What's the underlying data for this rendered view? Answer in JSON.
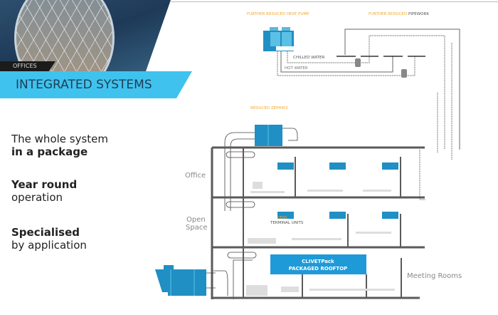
{
  "header": {
    "section": "OFFICES",
    "title": "INTEGRATED SYSTEMS"
  },
  "features": [
    {
      "line1": "The whole system",
      "line2": "in a package"
    },
    {
      "line1": "Year round",
      "line2": "operation"
    },
    {
      "line1": "Specialised",
      "line2": "by application"
    }
  ],
  "diagram": {
    "heat_pump_label": "FURTHER REDUCED HEAT PUMP",
    "pipework_label_a": "FURTHER REDUCED ",
    "pipework_label_b": "PIPEWORK",
    "chilled_water": "CHILLED WATER",
    "hot_water": "HOT WATER",
    "zephir_label": "REDUCED ZEPHIR3",
    "less": "LESS",
    "terminal_units": "TERMINAL UNITS",
    "rooftop_name": "CLIVETPack",
    "rooftop_desc": "PACKAGED ROOFTOP",
    "rooms": {
      "office": "Office",
      "open1": "Open",
      "open2": "Space",
      "meeting": "Meeting Rooms"
    }
  },
  "colors": {
    "accent": "#3fc3ee",
    "unit": "#1f8fc4",
    "orange": "#f0a830",
    "wall": "#5a5a5a"
  }
}
